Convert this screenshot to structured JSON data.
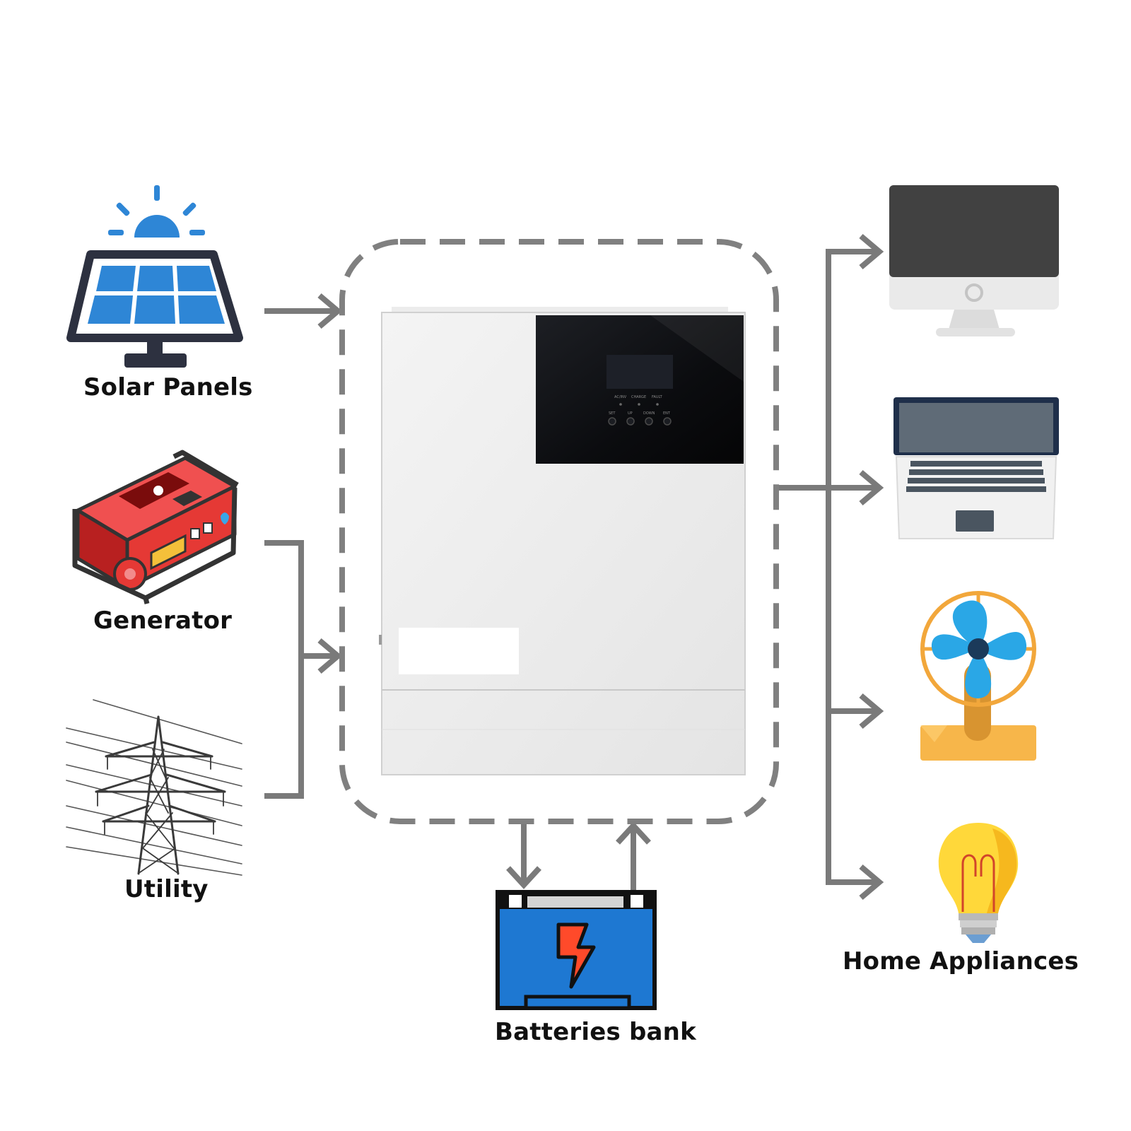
{
  "labels": {
    "solar": "Solar Panels",
    "generator": "Generator",
    "utility": "Utility",
    "home": "Home Appliances",
    "battery": "Batteries bank"
  },
  "inverter_panel": {
    "indicators": [
      "AC/INV",
      "CHARGE",
      "FAULT"
    ],
    "buttons": [
      "SET",
      "UP",
      "DOWN",
      "ENT"
    ]
  },
  "colors": {
    "connector": "#7a7a7a",
    "solar_blue": "#2e86d6",
    "generator_red": "#e53935",
    "battery_blue": "#1e78d2",
    "fan_blue": "#2aa7e6",
    "fan_ring": "#f2a73b",
    "bulb_yellow": "#ffd83a"
  },
  "icons": [
    "solar-panel-icon",
    "generator-icon",
    "power-tower-icon",
    "inverter-device",
    "battery-icon",
    "monitor-icon",
    "laptop-icon",
    "fan-icon",
    "light-bulb-icon"
  ]
}
